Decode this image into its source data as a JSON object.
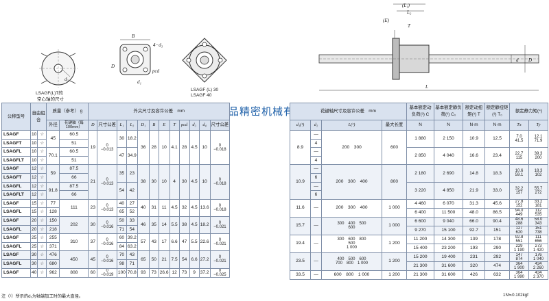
{
  "drawing_left": {
    "caption_line1": "LSAGF(L)T的",
    "caption_line2": "空心轴的尺寸",
    "label_d3": "d₃"
  },
  "drawing_mid": {
    "label_B": "B",
    "label_4d3": "4−d₃",
    "label_D": "D",
    "label_d1": "d₁",
    "label_pcd": "pcd",
    "caption_line1": "LSAGF (L) 30",
    "caption_line2": "LSAGF 40"
  },
  "drawing_right": {
    "label_L1": "(L₁)",
    "label_L2": "L₂",
    "label_E": "(E)",
    "label_T": "T",
    "label_d": "d",
    "label_D": "D",
    "label_L": "L"
  },
  "watermark": "青岛欧品精密机械有限公司",
  "table_left": {
    "h_model": "公称型号",
    "h_selfalign": "自由组合",
    "h_mass": "质量（参考） g",
    "h_outer": "外径",
    "h_spline": "花键轴（每100mm）",
    "h_dims": "外尖尺寸及容许公差　mm",
    "h_D": "D",
    "h_tol": "尺寸公差",
    "h_L1": "L₁",
    "h_L2": "L₂",
    "h_D1": "D₁",
    "h_B": "B",
    "h_E": "E",
    "h_T": "T",
    "h_pcd": "pcd",
    "h_d3": "d₃",
    "h_d4": "d₄",
    "h_tol2": "尺寸公差",
    "groups": [
      {
        "rows": [
          [
            "LSAGF",
            "10",
            "☆",
            "45",
            "60.5"
          ],
          [
            "LSAGFT",
            "10",
            "☆",
            "",
            "51"
          ],
          [
            "LSAGFL",
            "10",
            "☆",
            "70.1",
            "60.5"
          ],
          [
            "LSAGFLT",
            "10",
            "☆",
            "",
            "51"
          ]
        ],
        "D": "19",
        "tol": "0 / −0.013",
        "L1": [
          "30",
          "47"
        ],
        "L2": [
          "18.2",
          "34.9"
        ],
        "D1": "36",
        "B": "28",
        "E": "10",
        "T": "4.1",
        "pcd": "28",
        "d3": "4.5",
        "d4": "10",
        "tol2": "0 / −0.018"
      },
      {
        "rows": [
          [
            "LSAGF",
            "12",
            "☆",
            "59",
            "87.5"
          ],
          [
            "LSAGFT",
            "12",
            "☆",
            "",
            "66"
          ],
          [
            "LSAGFL",
            "12",
            "☆",
            "91.8",
            "87.5"
          ],
          [
            "LSAGFLT",
            "12",
            "☆",
            "",
            "66"
          ]
        ],
        "D": "21",
        "tol": "0 / −0.013",
        "L1": [
          "35",
          "54"
        ],
        "L2": [
          "23",
          "42"
        ],
        "D1": "38",
        "B": "30",
        "E": "10",
        "T": "4",
        "pcd": "30",
        "d3": "4.5",
        "d4": "10",
        "tol2": "0 / −0.018"
      },
      {
        "rows": [
          [
            "LSAGF",
            "15",
            "☆",
            "77",
            "111"
          ],
          [
            "LSAGFL",
            "15",
            "☆",
            "128",
            ""
          ]
        ],
        "D": "23",
        "tol": "0 / −0.013",
        "L1": [
          "40",
          "65"
        ],
        "L2": [
          "27",
          "52"
        ],
        "D1": "40",
        "B": "31",
        "E": "11",
        "T": "4.5",
        "pcd": "32",
        "d3": "4.5",
        "d4": "13.6",
        "tol2": "0 / −0.018"
      },
      {
        "rows": [
          [
            "LSAGF",
            "20",
            "☆",
            "150",
            "202"
          ],
          [
            "LSAGFL",
            "20",
            "☆",
            "218",
            ""
          ]
        ],
        "D": "30",
        "tol": "0 / −0.016",
        "L1": [
          "50",
          "71"
        ],
        "L2": [
          "33",
          "54"
        ],
        "D1": "46",
        "B": "35",
        "E": "14",
        "T": "5.5",
        "pcd": "38",
        "d3": "4.5",
        "d4": "18.2",
        "tol2": "0 / −0.021"
      },
      {
        "rows": [
          [
            "LSAGF",
            "25",
            "☆",
            "255",
            "310"
          ],
          [
            "LSAGFL",
            "25",
            "☆",
            "371",
            ""
          ]
        ],
        "D": "37",
        "tol": "0 / −0.016",
        "L1": [
          "60",
          "84"
        ],
        "L2": [
          "39.2",
          "63.2"
        ],
        "D1": "57",
        "B": "43",
        "E": "17",
        "T": "6.6",
        "pcd": "47",
        "d3": "5.5",
        "d4": "22.6",
        "tol2": "0 / −0.021"
      },
      {
        "rows": [
          [
            "LSAGF",
            "30",
            "☆",
            "476",
            "450"
          ],
          [
            "LSAGFL",
            "30",
            "☆",
            "680",
            ""
          ]
        ],
        "D": "45",
        "tol": "0 / −0.016",
        "L1": [
          "70",
          "98"
        ],
        "L2": [
          "43",
          "71"
        ],
        "D1": "65",
        "B": "50",
        "E": "21",
        "T": "7.5",
        "pcd": "54",
        "d3": "6.6",
        "d4": "27.2",
        "tol2": "0 / −0.021"
      },
      {
        "rows": [
          [
            "LSAGF",
            "40",
            "☆",
            "962",
            "808"
          ]
        ],
        "D": "60",
        "tol": "0 / −0.019",
        "L1": [
          "100"
        ],
        "L2": [
          "70.8"
        ],
        "D1": "93",
        "B": "73",
        "E": "26.6",
        "T": "12",
        "pcd": "73",
        "d3": "9",
        "d4": "37.2",
        "tol2": "0 / −0.025"
      }
    ]
  },
  "table_right": {
    "h_shaft": "花键轴尺寸及容许公差　mm",
    "h_d1": "d₁(¹)",
    "h_d2": "d₂",
    "h_L": "L(²)",
    "h_maxlen": "最大长度",
    "h_C": "基本额定动负荷(³) C",
    "h_C0": "基本额定静负荷(³) C₀",
    "h_T": "额定动扭矩(³) T",
    "h_T0": "额定静扭矩(³) T₀",
    "h_Tx_title": "额定静力矩(⁴)",
    "unit_N": "N",
    "unit_Nm": "N·m",
    "h_Tx": "Tx",
    "h_Ty": "Ty",
    "groups": [
      {
        "d1": "8.9",
        "d2": [
          "—",
          "4",
          "—",
          "4"
        ],
        "L": "200　300",
        "max": "600",
        "C": [
          "1 880",
          "2 850"
        ],
        "C0": [
          "2 150",
          "4 040"
        ],
        "T": [
          "10.9",
          "16.6"
        ],
        "T0": [
          "12.5",
          "23.4"
        ],
        "Tx": [
          "7.0 / 41.5",
          "22.7 / 115"
        ],
        "Ty": [
          "12.1 / 71.9",
          "39.3 / 200"
        ]
      },
      {
        "d1": "10.9",
        "d2": [
          "—",
          "6",
          "—",
          "6"
        ],
        "L": "200　300　400",
        "max": "800",
        "C": [
          "2 180",
          "3 220"
        ],
        "C0": [
          "2 690",
          "4 850"
        ],
        "T": [
          "14.8",
          "21.9"
        ],
        "T0": [
          "18.3",
          "33.0"
        ],
        "Tx": [
          "10.6 / 59.1",
          "32.2 / 157"
        ],
        "Ty": [
          "18.3 / 102",
          "55.7 / 272"
        ]
      },
      {
        "d1": "11.6",
        "d2": [
          "—"
        ],
        "L": "200　300　400",
        "max": "1 000",
        "C": [
          "4 460",
          "6 400"
        ],
        "C0": [
          "6 070",
          "11 500"
        ],
        "T": [
          "31.3",
          "48.0"
        ],
        "T0": [
          "45.6",
          "86.5"
        ],
        "Tx": [
          "27.8 / 152",
          "94.0 / 449"
        ],
        "Ty": [
          "33.2 / 181",
          "112 / 535"
        ]
      },
      {
        "d1": "15.7",
        "d2": [
          "—"
        ],
        "L": "300　400　500 / 600",
        "max": "1 000",
        "C": [
          "6 600",
          "9 270"
        ],
        "C0": [
          "9 040",
          "15 100"
        ],
        "T": [
          "66.0",
          "92.7"
        ],
        "T0": [
          "90.4",
          "151"
        ],
        "Tx": [
          "48.6 / 288",
          "127 / 620"
        ],
        "Ty": [
          "58.0 / 343",
          "151 / 738"
        ]
      },
      {
        "d1": "19.4",
        "d2": [
          "—"
        ],
        "L": "300　600　800 / 500 / 1 000",
        "max": "1 200",
        "C": [
          "11 200",
          "15 400"
        ],
        "C0": [
          "14 300",
          "23 200"
        ],
        "T": [
          "139",
          "193"
        ],
        "T0": [
          "178",
          "290"
        ],
        "Tx": [
          "92.8 / 551",
          "229 / 1 190"
        ],
        "Ty": [
          "111 / 656",
          "273 / 1 420"
        ]
      },
      {
        "d1": "23.5",
        "d2": [
          "—"
        ],
        "L": "400　500　600 / 700　800　1 000",
        "max": "1 200",
        "C": [
          "15 200",
          "21 300"
        ],
        "C0": [
          "19 400",
          "31 600"
        ],
        "T": [
          "231",
          "320"
        ],
        "T0": [
          "292",
          "474"
        ],
        "Tx": [
          "147 / 874",
          "364 / 1 900"
        ],
        "Ty": [
          "176 / 1 040",
          "434 / 2 260"
        ]
      },
      {
        "d1": "33.5",
        "d2": [
          "—"
        ],
        "L": "600　800　1 000",
        "max": "1 200",
        "C": [
          "21 300"
        ],
        "C0": [
          "31 600"
        ],
        "T": [
          "426"
        ],
        "T0": [
          "632"
        ],
        "Tx": [
          "364 / 1 990"
        ],
        "Ty": [
          "434 / 2 370"
        ]
      }
    ]
  },
  "footnote_left": "注（¹）所示的d₁为轴端加工时的最大直径。",
  "footnote_right": "1N≒0.102kgf"
}
